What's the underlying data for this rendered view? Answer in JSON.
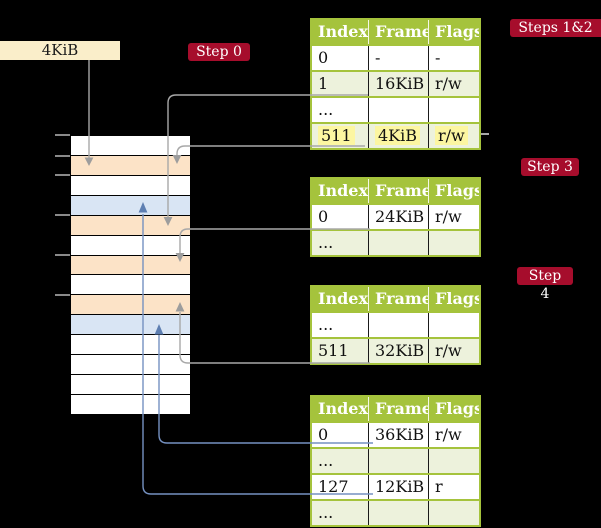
{
  "colors": {
    "background": "#000000",
    "step_label_bg": "#a60d2c",
    "step_label_text": "#ffffff",
    "table_header_bg": "#a5c33c",
    "table_border": "#a5c33c",
    "table_row_bg": "#ffffff",
    "table_row_alt_bg": "#edf2dc",
    "highlight_bg": "#fcf6a1",
    "memory_frame_peach": "#fce3c7",
    "memory_frame_blue": "#d9e5f4",
    "memory_frame_white": "#ffffff",
    "frame_box_bg": "#faeeca",
    "gray_arrow": "#a8a8a8",
    "blue_arrow": "#7591c1"
  },
  "frame_box": {
    "label": "4KiB"
  },
  "step_labels": {
    "step0": "Step 0",
    "steps12": "Steps 1&2",
    "step3": "Step 3",
    "step4": "Step 4"
  },
  "memory_column": {
    "rows": [
      "white",
      "peach",
      "white",
      "blue",
      "peach",
      "white",
      "peach",
      "white",
      "peach",
      "blue",
      "white",
      "white",
      "white",
      "white"
    ]
  },
  "tables": [
    {
      "name": "page-table-steps-1-2",
      "headers": [
        "Index",
        "Frame",
        "Flags"
      ],
      "rows": [
        {
          "cells": [
            "0",
            "-",
            "-"
          ]
        },
        {
          "cells": [
            "1",
            "16KiB",
            "r/w"
          ]
        },
        {
          "cells": [
            "...",
            "",
            ""
          ]
        },
        {
          "cells": [
            "511",
            "4KiB",
            "r/w"
          ],
          "highlight": true
        }
      ]
    },
    {
      "name": "page-table-step-3",
      "headers": [
        "Index",
        "Frame",
        "Flags"
      ],
      "rows": [
        {
          "cells": [
            "0",
            "24KiB",
            "r/w"
          ]
        },
        {
          "cells": [
            "...",
            "",
            ""
          ]
        }
      ]
    },
    {
      "name": "page-table-step-4",
      "headers": [
        "Index",
        "Frame",
        "Flags"
      ],
      "rows": [
        {
          "cells": [
            "...",
            "",
            ""
          ]
        },
        {
          "cells": [
            "511",
            "32KiB",
            "r/w"
          ]
        }
      ]
    },
    {
      "name": "page-table-bottom",
      "headers": [
        "Index",
        "Frame",
        "Flags"
      ],
      "rows": [
        {
          "cells": [
            "0",
            "36KiB",
            "r/w"
          ]
        },
        {
          "cells": [
            "...",
            "",
            ""
          ]
        },
        {
          "cells": [
            "127",
            "12KiB",
            "r"
          ]
        },
        {
          "cells": [
            "...",
            "",
            ""
          ]
        }
      ]
    }
  ],
  "connections": [
    {
      "from": "4KiB box",
      "to": "memory frame 2 (4KiB)",
      "color": "gray"
    },
    {
      "from": "table1 index 1 (16KiB)",
      "to": "memory frame 5 (16KiB)",
      "color": "gray"
    },
    {
      "from": "table1 index 511 (4KiB)",
      "to": "memory frame 2 (4KiB)",
      "color": "gray"
    },
    {
      "from": "table2 index 0 (24KiB)",
      "to": "memory frame 7 (24KiB)",
      "color": "gray"
    },
    {
      "from": "table3 index 511 (32KiB)",
      "to": "memory frame 9 (32KiB)",
      "color": "gray"
    },
    {
      "from": "table4 index 0 (36KiB)",
      "to": "memory frame 10 (36KiB)",
      "color": "blue"
    },
    {
      "from": "table4 index 127 (12KiB)",
      "to": "memory frame 4 (12KiB)",
      "color": "blue"
    }
  ]
}
